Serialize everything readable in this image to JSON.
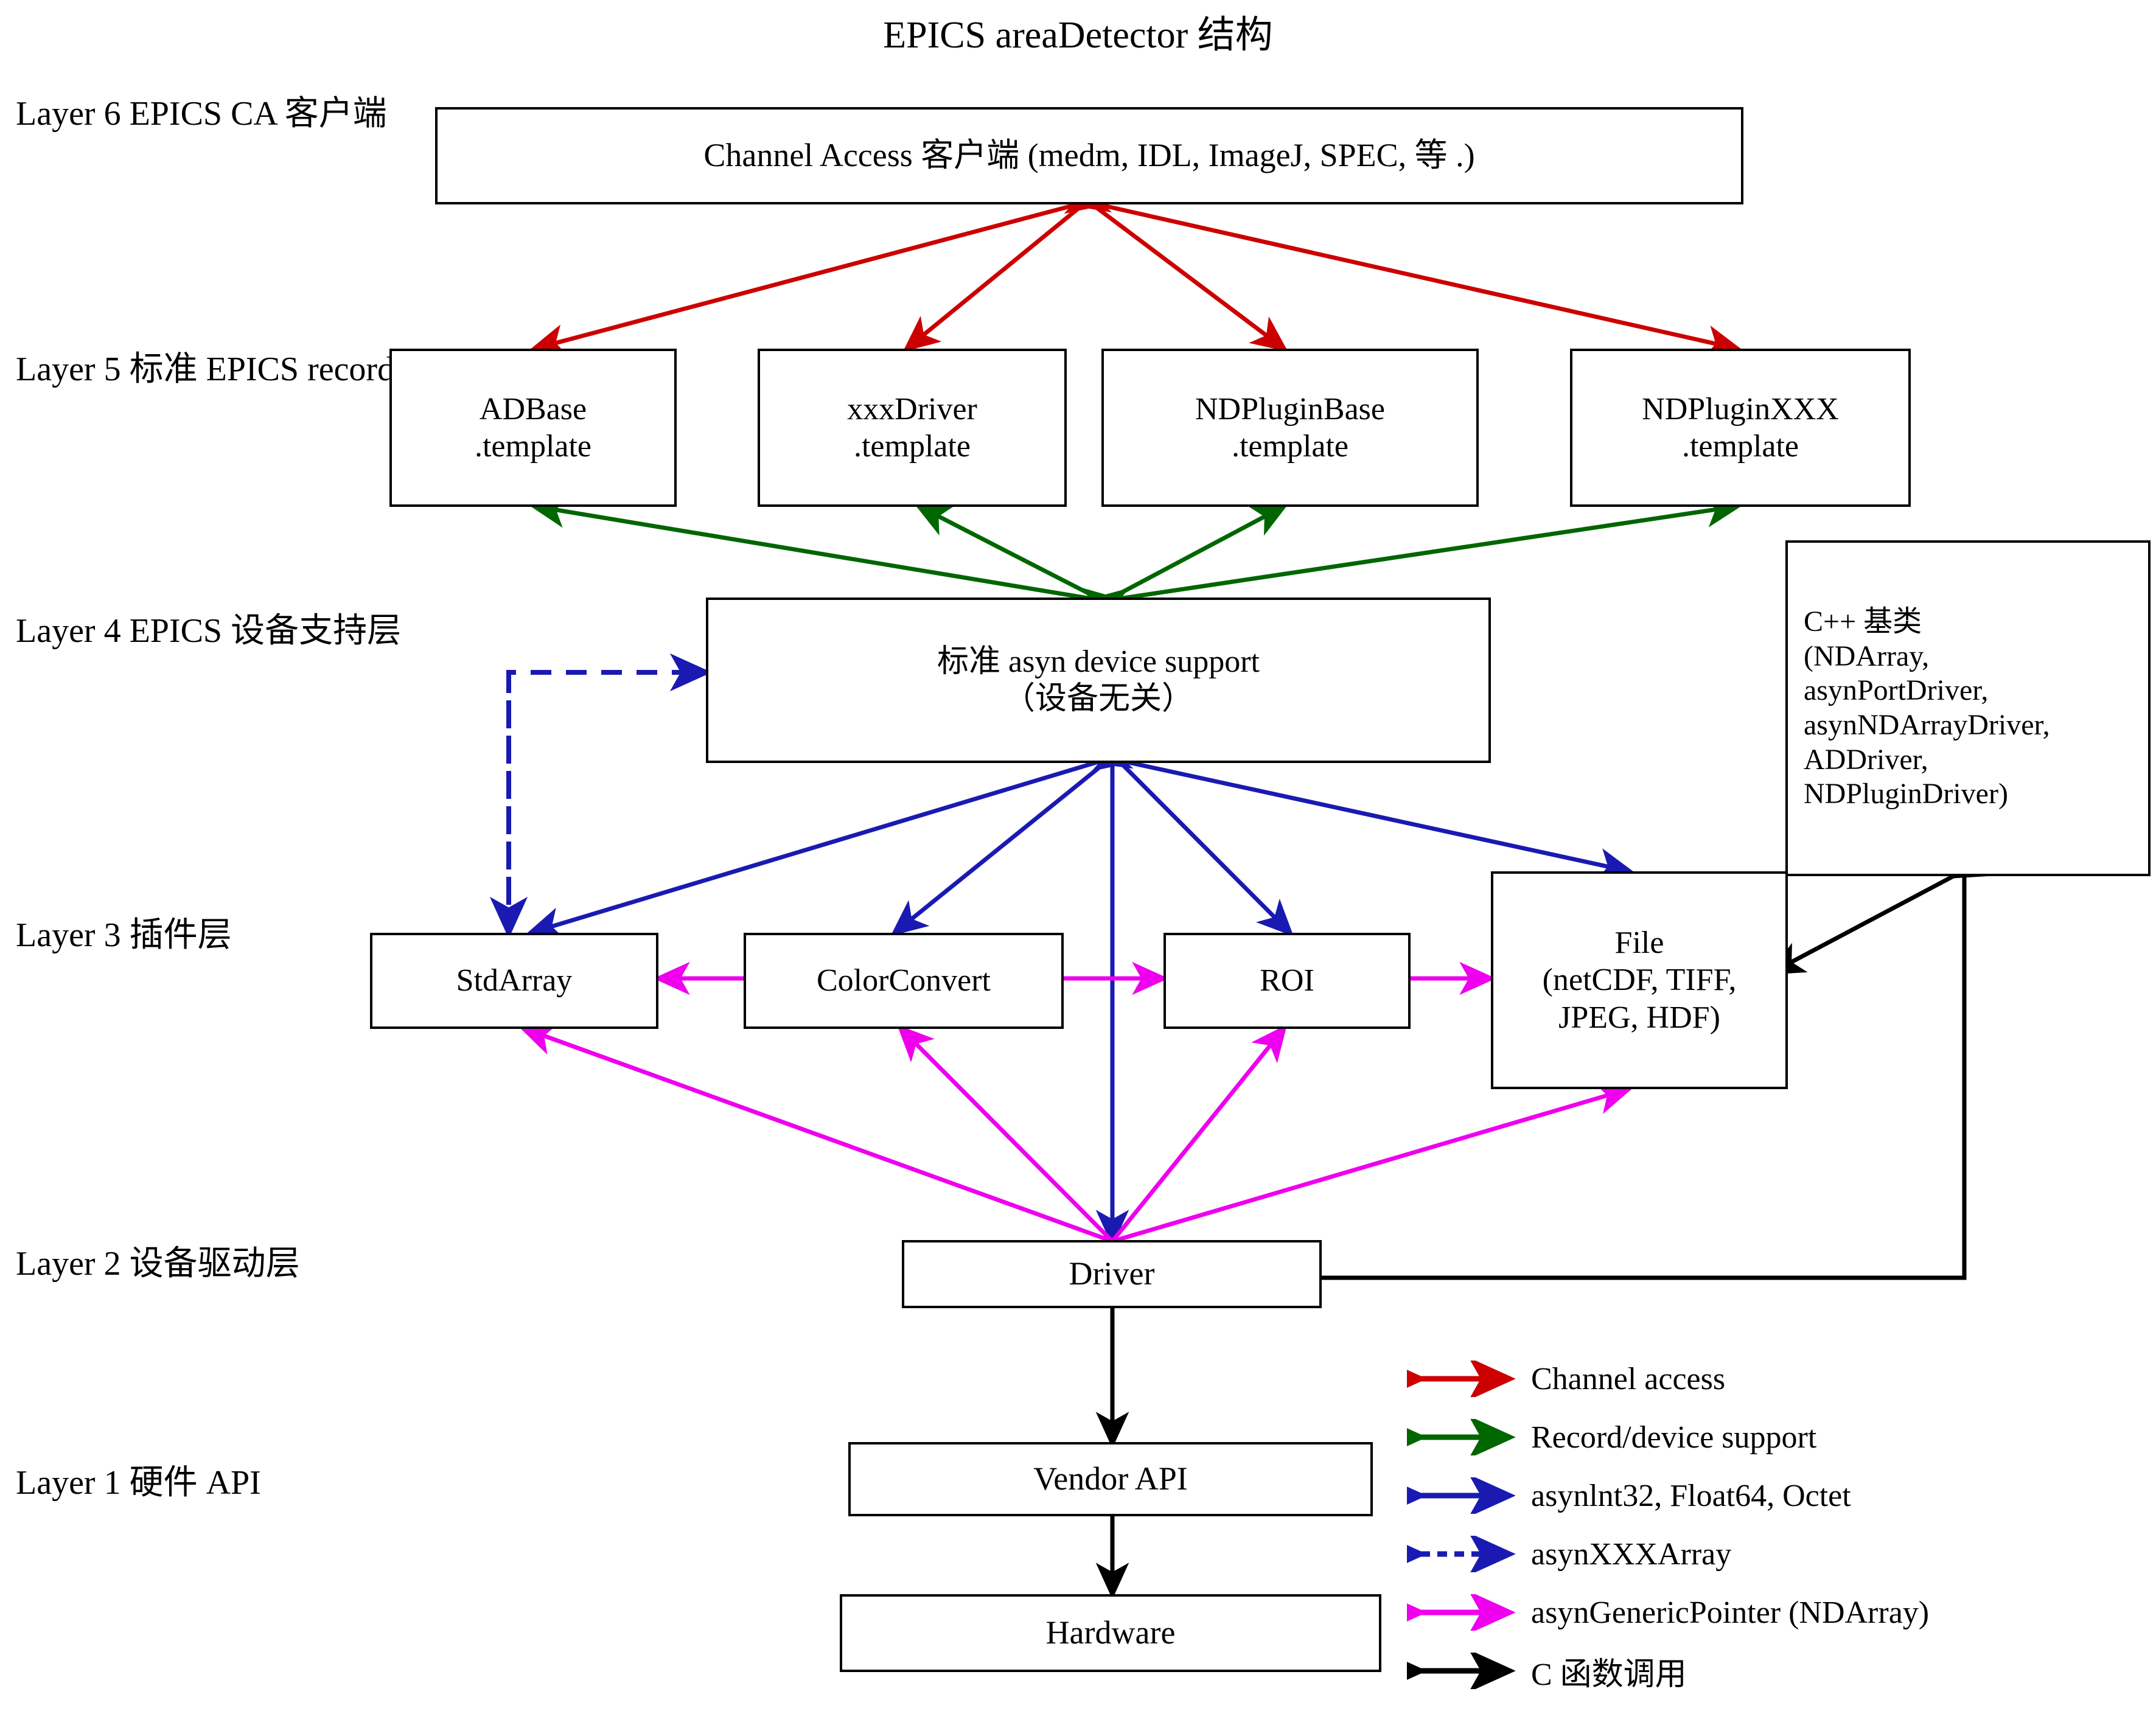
{
  "title": "EPICS areaDetector 结构",
  "colors": {
    "channel_access": "#CC0000",
    "record_device_support": "#006600",
    "asyn_scalar": "#1A1AB2",
    "asyn_array": "#1A1AB2",
    "asyn_generic_pointer": "#EE00EE",
    "c_function_call": "#000000",
    "box_border": "#000000",
    "background": "#FFFFFF"
  },
  "layers": [
    {
      "id": "layer6",
      "number": "Layer 6",
      "lines": [
        "Layer 6",
        "EPICS CA 客户端"
      ]
    },
    {
      "id": "layer5",
      "number": "Layer 5",
      "lines": [
        "Layer 5",
        "标准",
        "EPICS records"
      ]
    },
    {
      "id": "layer4",
      "number": "Layer 4",
      "lines": [
        "Layer 4",
        "EPICS",
        "设备支持层"
      ]
    },
    {
      "id": "layer3",
      "number": "Layer 3",
      "lines": [
        "Layer 3",
        "插件层"
      ]
    },
    {
      "id": "layer2",
      "number": "Layer 2",
      "lines": [
        "Layer 2",
        "设备驱动层"
      ]
    },
    {
      "id": "layer1",
      "number": "Layer 1",
      "lines": [
        "Layer 1",
        "硬件 API"
      ]
    }
  ],
  "nodes": {
    "ca_clients": {
      "lines": [
        "Channel Access 客户端 (medm, IDL, ImageJ, SPEC, 等 .)"
      ]
    },
    "adbase_template": {
      "lines": [
        "ADBase",
        ".template"
      ]
    },
    "xxxdriver_template": {
      "lines": [
        "xxxDriver",
        ".template"
      ]
    },
    "ndpluginbase_template": {
      "lines": [
        "NDPluginBase",
        ".template"
      ]
    },
    "ndpluginxxx_template": {
      "lines": [
        "NDPluginXXX",
        ".template"
      ]
    },
    "asyn_device_support": {
      "lines": [
        "标准 asyn device support",
        "（设备无关）"
      ]
    },
    "cpp_base_classes": {
      "lines": [
        "C++ 基类",
        "(NDArray,",
        "asynPortDriver,",
        "asynNDArrayDriver,",
        "ADDriver,",
        "NDPluginDriver)"
      ]
    },
    "stdarray": {
      "lines": [
        "StdArray"
      ]
    },
    "colorconvert": {
      "lines": [
        "ColorConvert"
      ]
    },
    "roi": {
      "lines": [
        "ROI"
      ]
    },
    "file": {
      "lines": [
        "File",
        "(netCDF, TIFF,",
        "JPEG, HDF)"
      ]
    },
    "driver": {
      "lines": [
        "Driver"
      ]
    },
    "vendor_api": {
      "lines": [
        "Vendor API"
      ]
    },
    "hardware": {
      "lines": [
        "Hardware"
      ]
    }
  },
  "legend": [
    {
      "label": "Channel access",
      "color": "#CC0000",
      "style": "solid",
      "heads": "both"
    },
    {
      "label": "Record/device support",
      "color": "#006600",
      "style": "solid",
      "heads": "both"
    },
    {
      "label": "asynlnt32, Float64, Octet",
      "color": "#1A1AB2",
      "style": "solid",
      "heads": "both"
    },
    {
      "label": "asynXXXArray",
      "color": "#1A1AB2",
      "style": "dashed",
      "heads": "both"
    },
    {
      "label": "asynGenericPointer (NDArray)",
      "color": "#EE00EE",
      "style": "solid",
      "heads": "both"
    },
    {
      "label": "C 函数调用",
      "color": "#000000",
      "style": "solid",
      "heads": "both"
    }
  ]
}
